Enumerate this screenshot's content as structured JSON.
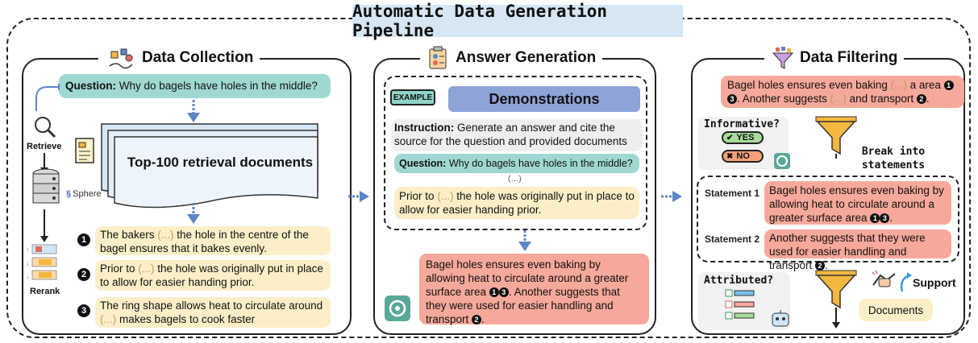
{
  "title": "Automatic Data Generation Pipeline",
  "collection": {
    "title": "Data Collection",
    "question_label": "Question:",
    "question_text": " Why do bagels have holes in the middle?",
    "retrieve": "Retrieve",
    "rerank": "Rerank",
    "sphere": "Sphere",
    "docs_label": "Top-100 retrieval documents",
    "passages": [
      {
        "num": "1",
        "pre": "The bakers ",
        "paren": "(...)",
        "post": " the hole in the centre of the bagel ensures that it bakes evenly."
      },
      {
        "num": "2",
        "pre": "Prior to ",
        "paren": "(...)",
        "post": " the hole was originally put in place to allow for easier handing prior."
      },
      {
        "num": "3",
        "pre": "The ring shape allows heat to circulate around ",
        "paren": "(...)",
        "post": " makes bagels to cook faster"
      }
    ]
  },
  "answer": {
    "title": "Answer Generation",
    "example_tag": "EXAMPLE",
    "demonstrations": "Demonstrations",
    "instruction_label": "Instruction:",
    "instruction_text": " Generate an answer and cite the source for the question and provided documents",
    "question_label": "Question:",
    "question_text": " Why do bagels have holes in the middle?",
    "ellipsis": "(…)",
    "prior_pre": "Prior to ",
    "prior_paren": "(...)",
    "prior_post": " the hole was originally put in place to allow for easier handing prior.",
    "output": "Bagel holes ensures even baking by allowing heat to circulate around a greater surface area",
    "output_mid": ". Another suggests that they were used for easier handling and transport",
    "output_end": "."
  },
  "filtering": {
    "title": "Data Filtering",
    "top_pre": "Bagel holes ensures even baking ",
    "top_paren1": "(...)",
    "top_mid": " a area",
    "top_mid2": ". Another suggests ",
    "top_paren2": "(...)",
    "top_end": " and transport",
    "informative": "Informative?",
    "yes": "YES",
    "no": "NO",
    "break": "Break into statements",
    "statement1_label": "Statement 1",
    "statement1_text": "Bagel holes ensures even baking by allowing heat to circulate around a greater surface area",
    "statement2_label": "Statement 2",
    "statement2_text": "Another suggests that they were used for easier handling and transport",
    "attributed": "Attributed?",
    "support": "Support",
    "documents": "Documents"
  },
  "colors": {
    "teal": "#9fd8d2",
    "yellow": "#fcefc8",
    "salmon": "#f6a89a",
    "arrow_blue": "#5b86c8",
    "demo_blue": "#8ea3d6",
    "title_bg": "#d6e6f3"
  }
}
